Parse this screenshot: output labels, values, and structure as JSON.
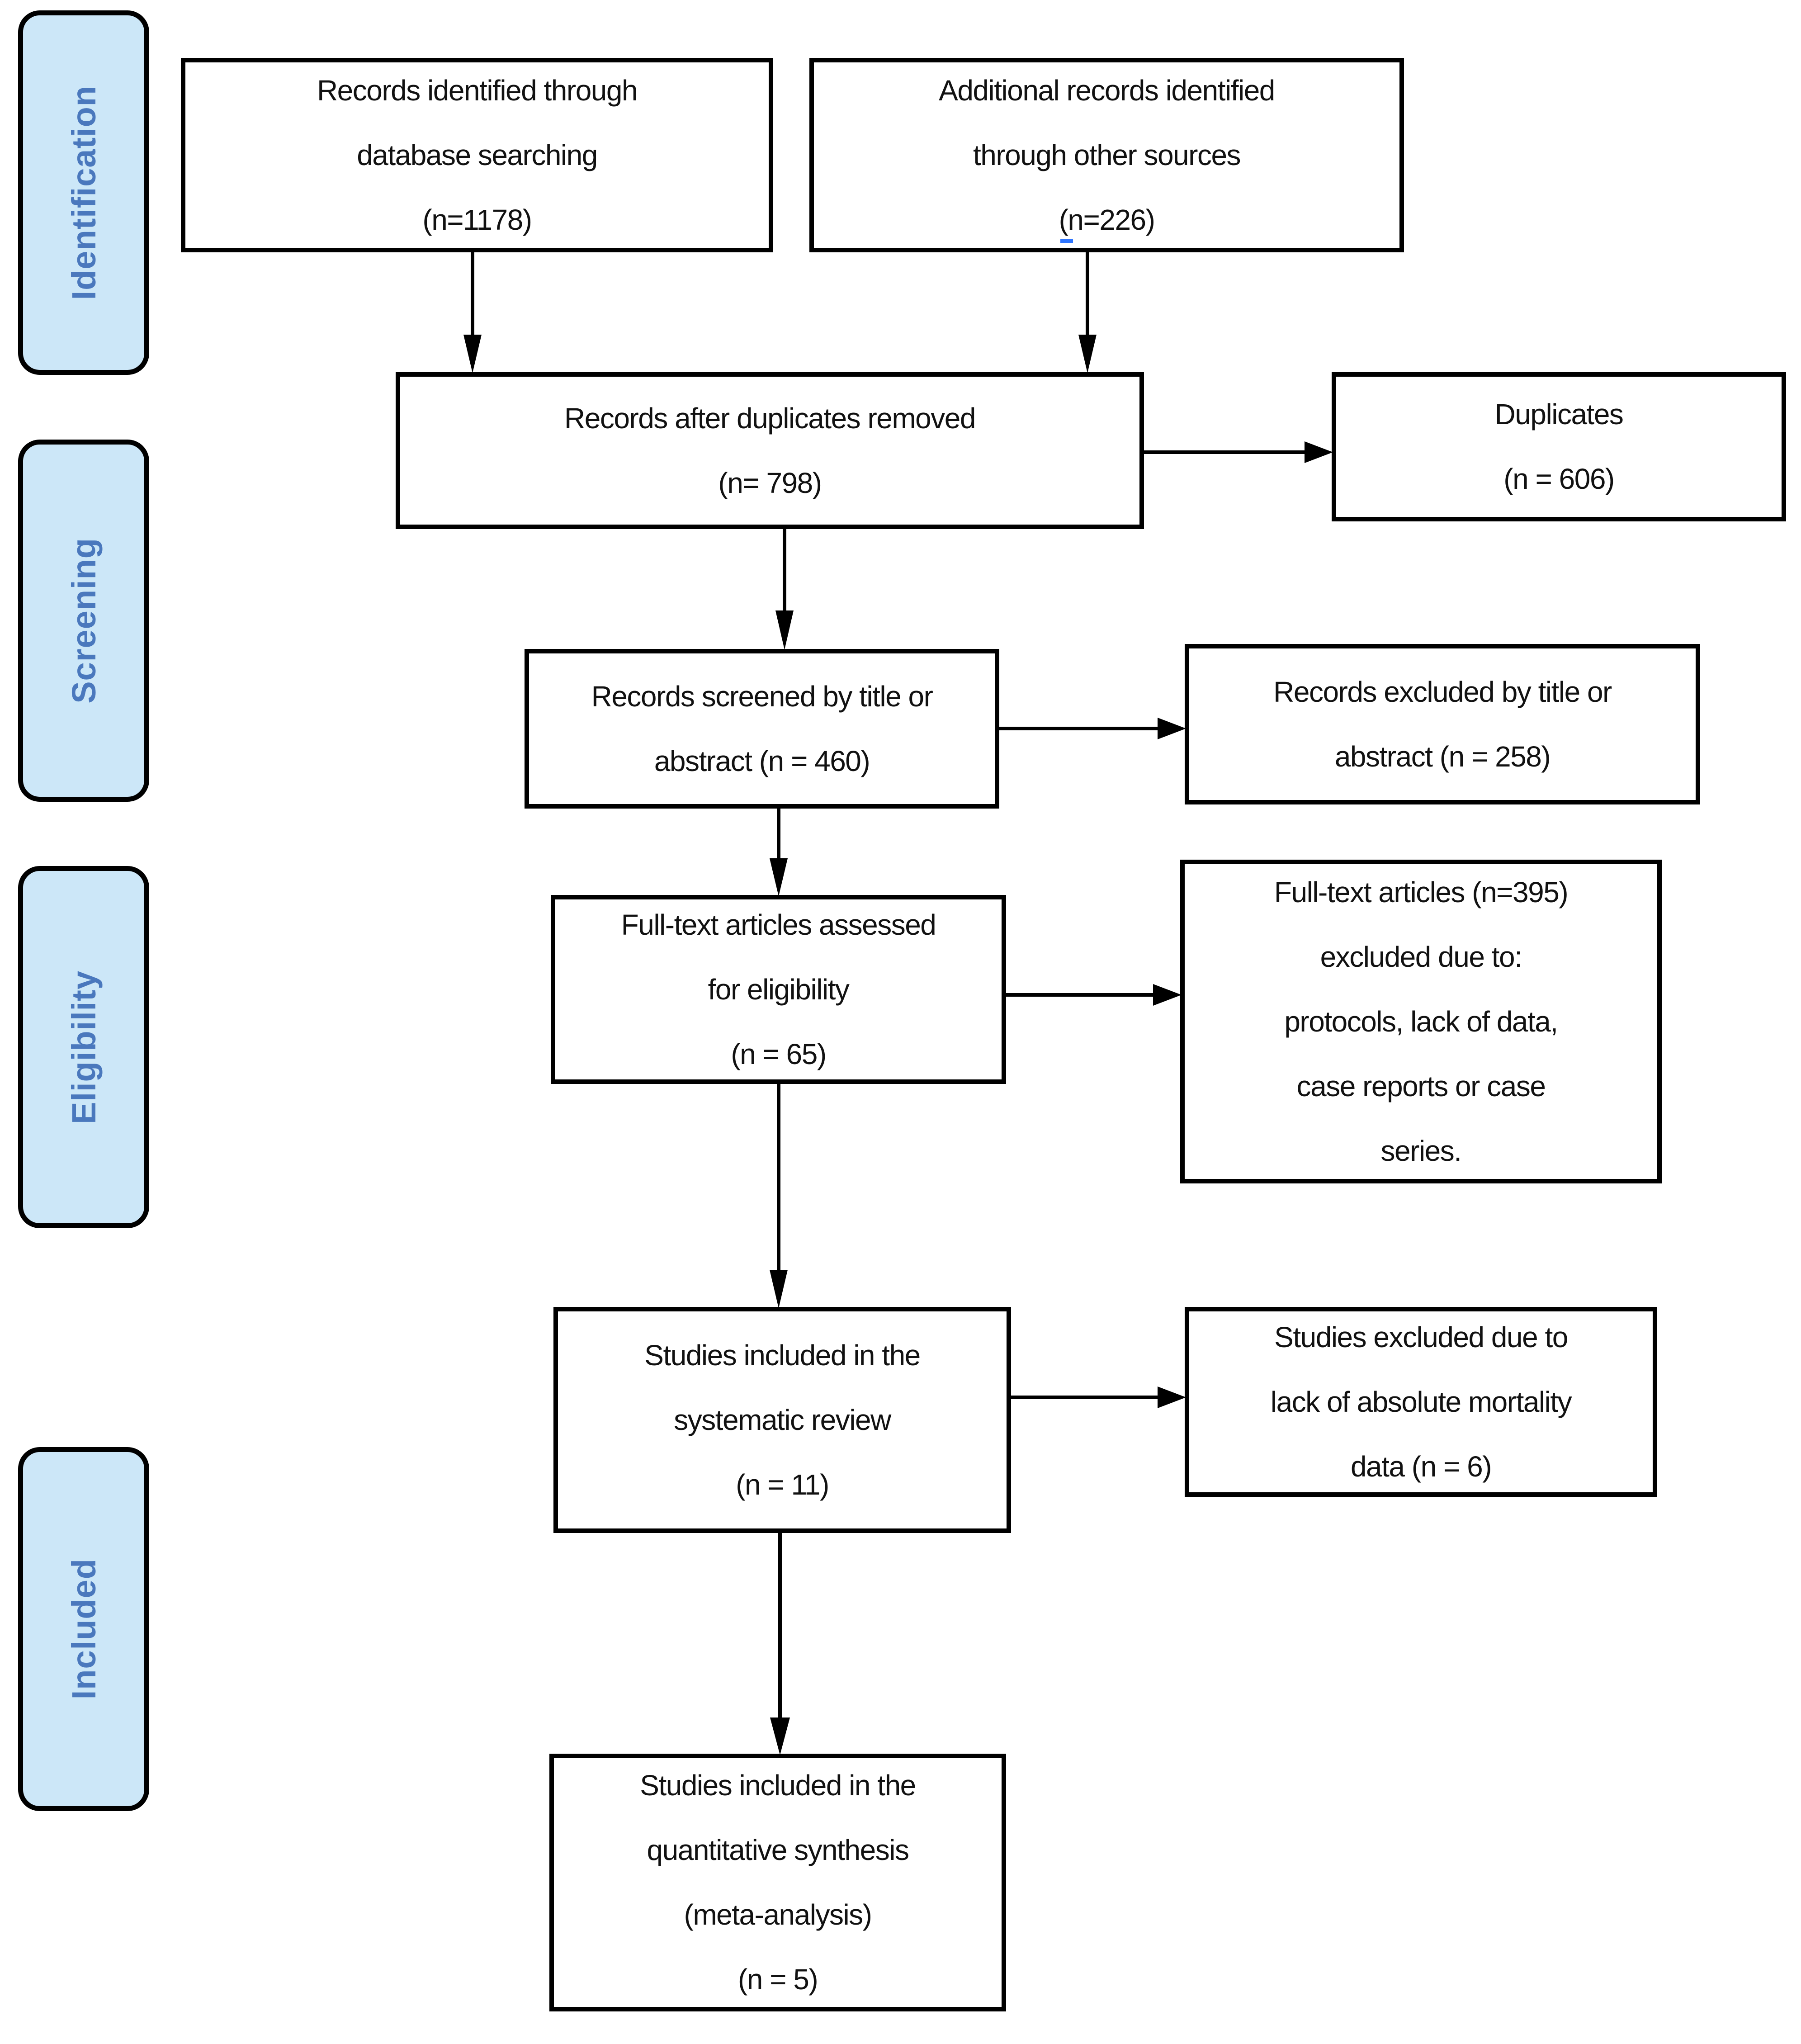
{
  "stages": [
    {
      "label": "Identification"
    },
    {
      "label": "Screening"
    },
    {
      "label": "Eligibility"
    },
    {
      "label": "Included"
    }
  ],
  "boxes": {
    "identified": {
      "lines": [
        "Records identified through",
        "database searching",
        "(n=1178)"
      ]
    },
    "additional": {
      "lines": [
        "Additional records identified",
        "through other sources",
        "(n=226)"
      ]
    },
    "after_duplicates": {
      "lines": [
        "Records after duplicates removed",
        "(n= 798)"
      ]
    },
    "duplicates": {
      "lines": [
        "Duplicates",
        "(n = 606)"
      ]
    },
    "screened": {
      "lines": [
        "Records screened by title or",
        "abstract (n = 460)"
      ]
    },
    "excluded_title_abstract": {
      "lines": [
        "Records excluded by title or",
        "abstract (n = 258)"
      ]
    },
    "fulltext_assessed": {
      "lines": [
        "Full-text articles assessed",
        "for eligibility",
        "(n = 65)"
      ]
    },
    "fulltext_excluded": {
      "lines": [
        "Full-text articles (n=395)",
        "excluded due to:",
        "protocols, lack of data,",
        "case reports or case",
        "series."
      ]
    },
    "systematic_review": {
      "lines": [
        "Studies included in the",
        "systematic review",
        "(n = 11)"
      ]
    },
    "excluded_mortality": {
      "lines": [
        "Studies excluded due to",
        "lack of absolute mortality",
        "data (n = 6)"
      ]
    },
    "quantitative_synthesis": {
      "lines": [
        "Studies included in the",
        "quantitative synthesis",
        "(meta-analysis)",
        "(n = 5)"
      ]
    }
  },
  "colors": {
    "stage_fill": "#cce7f8",
    "stage_text": "#4a78bd",
    "box_bg": "#ffffff",
    "box_border": "#000000",
    "box_text": "#111111",
    "arrow": "#000000",
    "underline": "#2e75ff"
  }
}
